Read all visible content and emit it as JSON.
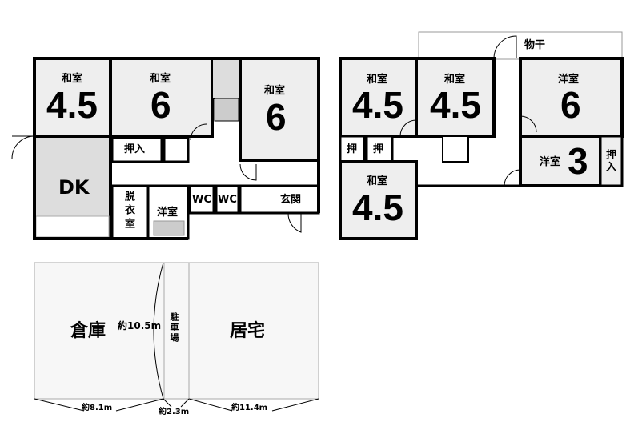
{
  "floor1": {
    "room_nw": {
      "type": "和室",
      "size": "4.5"
    },
    "room_n": {
      "type": "和室",
      "size": "6"
    },
    "room_ne": {
      "type": "和室",
      "size": "6"
    },
    "closet": "押入",
    "dk": "DK",
    "dressing": "脱衣室",
    "western": "洋室",
    "wc1": "WC",
    "wc2": "WC",
    "entrance": "玄関"
  },
  "floor2": {
    "balcony": "物干",
    "room_a": {
      "type": "和室",
      "size": "4.5"
    },
    "room_b": {
      "type": "和室",
      "size": "4.5"
    },
    "room_c": {
      "type": "洋室",
      "size": "6"
    },
    "room_d": {
      "type": "洋室",
      "size": "3"
    },
    "room_e": {
      "type": "和室",
      "size": "4.5"
    },
    "closet1": "押",
    "closet2": "押",
    "closet3": "押入"
  },
  "site": {
    "warehouse": "倉庫",
    "parking": "駐車場",
    "residence": "居宅",
    "depth": "約10.5m",
    "width_warehouse": "約8.1m",
    "width_parking": "約2.3m",
    "width_residence": "約11.4m"
  }
}
